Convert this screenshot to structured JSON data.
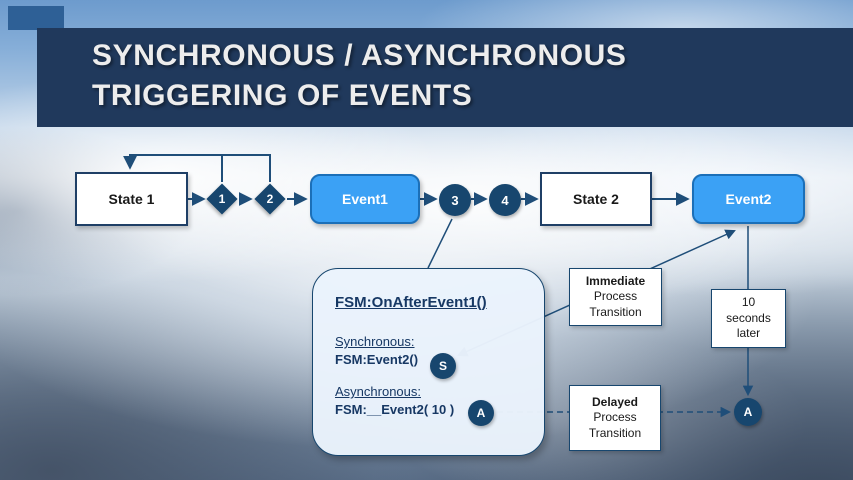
{
  "slide": {
    "title_line1": "SYNCHRONOUS / ASYNCHRONOUS",
    "title_line2": "TRIGGERING OF EVENTS"
  },
  "flow": {
    "state1_label": "State 1",
    "step1": "1",
    "step2": "2",
    "event1_label": "Event1",
    "step3": "3",
    "step4": "4",
    "state2_label": "State 2",
    "event2_label": "Event2"
  },
  "callout": {
    "heading": "FSM:OnAfterEvent1()",
    "sync_label": "Synchronous:",
    "sync_code": "FSM:Event2()",
    "sync_badge": "S",
    "async_label": "Asynchronous:",
    "async_code": "FSM:__Event2( 10 )",
    "async_badge": "A"
  },
  "annotations": {
    "immediate_line1": "Immediate",
    "immediate_line2": "Process",
    "immediate_line3": "Transition",
    "delay_line1": "10",
    "delay_line2": "seconds",
    "delay_line3": "later",
    "delayed_line1": "Delayed",
    "delayed_line2": "Process",
    "delayed_line3": "Transition",
    "async_target_badge": "A"
  },
  "colors": {
    "banner_navy": "#20395C",
    "accent_blue": "#2E6096",
    "node_navy": "#17466E",
    "event_blue": "#3BA1F5",
    "event_border": "#1B6FB8",
    "callout_bg": "#EAF3FC",
    "connector_navy": "#1F4E79"
  }
}
